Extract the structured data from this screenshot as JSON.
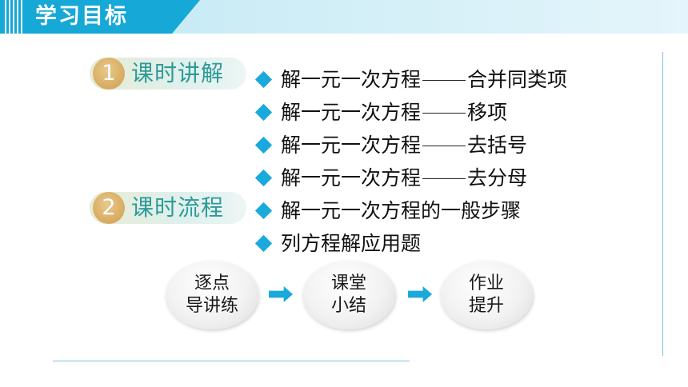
{
  "header": {
    "title": "学习目标"
  },
  "sections": [
    {
      "number": "1",
      "label": "课时讲解"
    },
    {
      "number": "2",
      "label": "课时流程"
    }
  ],
  "topics": [
    {
      "main": "解一元一次方程",
      "sub": "合并同类项"
    },
    {
      "main": "解一元一次方程",
      "sub": "移项"
    },
    {
      "main": "解一元一次方程",
      "sub": "去括号"
    },
    {
      "main": "解一元一次方程",
      "sub": "去分母"
    },
    {
      "main": "解一元一次方程的一般步骤"
    },
    {
      "main": "列方程解应用题"
    }
  ],
  "flow": [
    {
      "line1": "逐点",
      "line2": "导讲练"
    },
    {
      "line1": "课堂",
      "line2": "小结"
    },
    {
      "line1": "作业",
      "line2": "提升"
    }
  ],
  "colors": {
    "header_tab": "#16a8d6",
    "accent_blue": "#1aa9dd",
    "pill_number": "#d7aa5e",
    "pill_label": "#2d9a99"
  },
  "icons": {
    "bullet": "diamond-icon",
    "flow_arrow": "arrow-right-icon"
  }
}
